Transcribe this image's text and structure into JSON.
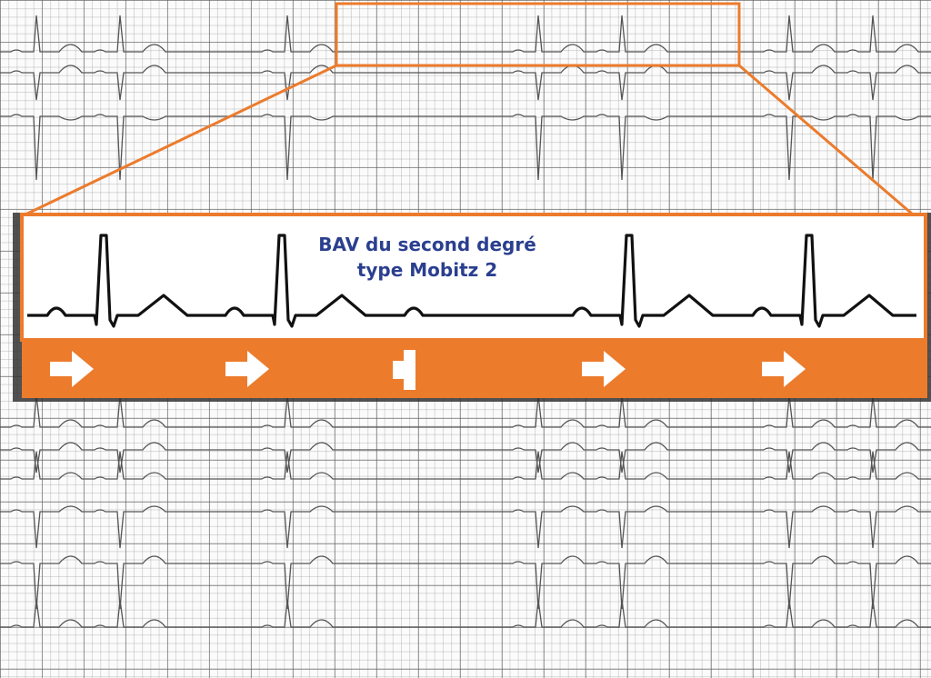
{
  "figure": {
    "title_line1": "BAV du second degré",
    "title_line2": "type Mobitz 2",
    "conduction_sequence": [
      "conducted",
      "conducted",
      "blocked",
      "conducted",
      "conducted"
    ],
    "icons": {
      "conducted": "right-arrow-icon",
      "blocked": "block-bar-icon"
    }
  },
  "colors": {
    "accent": "#ec7b2c",
    "title": "#2b3f8f",
    "trace": "#111111",
    "background_trace": "#555555"
  }
}
